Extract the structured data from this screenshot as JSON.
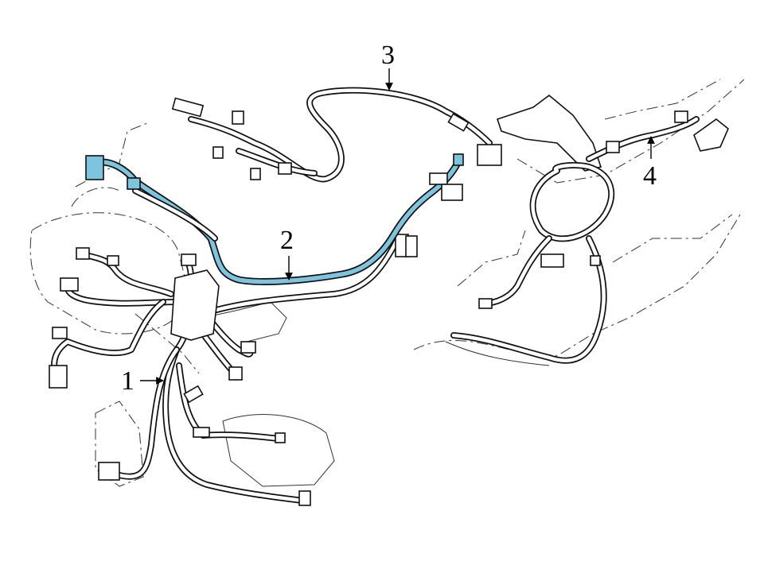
{
  "diagram": {
    "callouts": [
      {
        "id": "1",
        "label": "1"
      },
      {
        "id": "2",
        "label": "2"
      },
      {
        "id": "3",
        "label": "3"
      },
      {
        "id": "4",
        "label": "4"
      }
    ],
    "highlight_color": "#7fc4de",
    "line_color": "#111111",
    "background": "#ffffff"
  }
}
